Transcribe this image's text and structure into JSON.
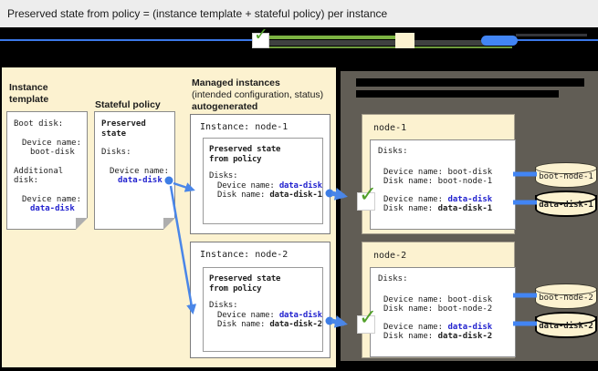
{
  "title_bar": {
    "text": "Preserved state from policy = (instance template + stateful policy) per instance"
  },
  "icons": {
    "check": "✓"
  },
  "colors": {
    "panel_cream": "#fcf2d0",
    "panel_gray": "#615d55",
    "value_blue": "#2323cf",
    "arrow_blue": "#4a86e8",
    "connector_blue": "#4285f4",
    "check_green": "#53a02b",
    "timeline_green": "#7cb342",
    "timeline_blue": "#3b78e8"
  },
  "left_panel": {
    "instance_template": {
      "label": "Instance template",
      "doc": {
        "l1": "Boot disk:",
        "l2": "Device name:",
        "l3": "boot-disk",
        "l4": "Additional disk:",
        "l5": "Device name:",
        "l6": "data-disk"
      }
    },
    "stateful_policy": {
      "label": "Stateful policy",
      "doc": {
        "h": "Preserved state",
        "l1": "Disks:",
        "l2": "Device name:",
        "v": "data-disk"
      }
    },
    "managed": {
      "label_line1": "Managed instances",
      "label_line2": "(intended configuration, status)",
      "label_line3": "autogenerated",
      "instances": [
        {
          "title": "Instance: node-1",
          "hl1": "Preserved state",
          "hl2": "from policy",
          "disks": "Disks:",
          "dev_p": "Device name: ",
          "dev_v": "data-disk",
          "disk_p": "Disk name: ",
          "disk_v": "data-disk-1"
        },
        {
          "title": "Instance: node-2",
          "hl1": "Preserved state",
          "hl2": "from policy",
          "disks": "Disks:",
          "dev_p": "Device name: ",
          "dev_v": "data-disk",
          "disk_p": "Disk name: ",
          "disk_v": "data-disk-2"
        }
      ]
    }
  },
  "right_panel": {
    "heading_obscured": true,
    "nodes": [
      {
        "title": "node-1",
        "disks": "Disks:",
        "bl1": "Device name: boot-disk",
        "bl2": "Disk name: boot-node-1",
        "ddev_p": "Device name: ",
        "ddev_v": "data-disk",
        "ddisk_p": "Disk name: ",
        "ddisk_v": "data-disk-1",
        "cyl_boot": "boot-node-1",
        "cyl_data": "data-disk-1"
      },
      {
        "title": "node-2",
        "disks": "Disks:",
        "bl1": "Device name: boot-disk",
        "bl2": "Disk name: boot-node-2",
        "ddev_p": "Device name: ",
        "ddev_v": "data-disk",
        "ddisk_p": "Disk name: ",
        "ddisk_v": "data-disk-2",
        "cyl_boot": "boot-node-2",
        "cyl_data": "data-disk-2"
      }
    ]
  }
}
